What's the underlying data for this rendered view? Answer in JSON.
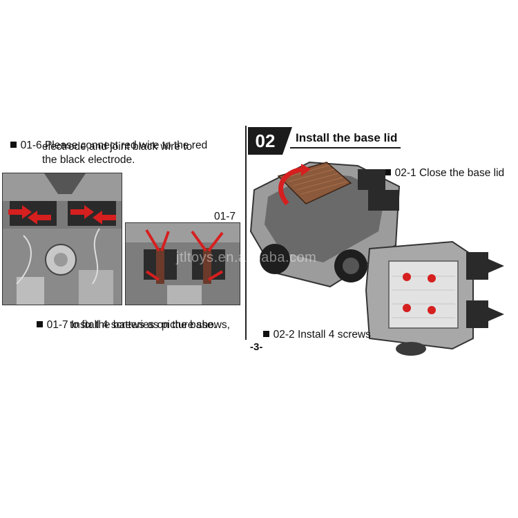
{
  "step_01_6": {
    "label": "01-6",
    "text_line1": "Please connect red wire to the red",
    "text_line2": "electrode,and joint black wire to",
    "text_line3": "the black electrode."
  },
  "step_01_7": {
    "photo_label": "01-7",
    "label": "01-7",
    "text_line1": "Install 4 screws as picture shows,",
    "text_line2": "to fix the batteries on the base."
  },
  "step_02": {
    "number": "02",
    "title": "Install the base lid",
    "sub_1_label": "02-1",
    "sub_1_text": "Close the base lid",
    "sub_2_label": "02-2",
    "sub_2_text": "Install 4 screws"
  },
  "watermark": "jtltoys.en.alibaba.com",
  "page_number": "-3-",
  "colors": {
    "accent_red": "#d61f1f",
    "dark": "#1b1b1b",
    "lid_brown": "#8b5a3c"
  }
}
